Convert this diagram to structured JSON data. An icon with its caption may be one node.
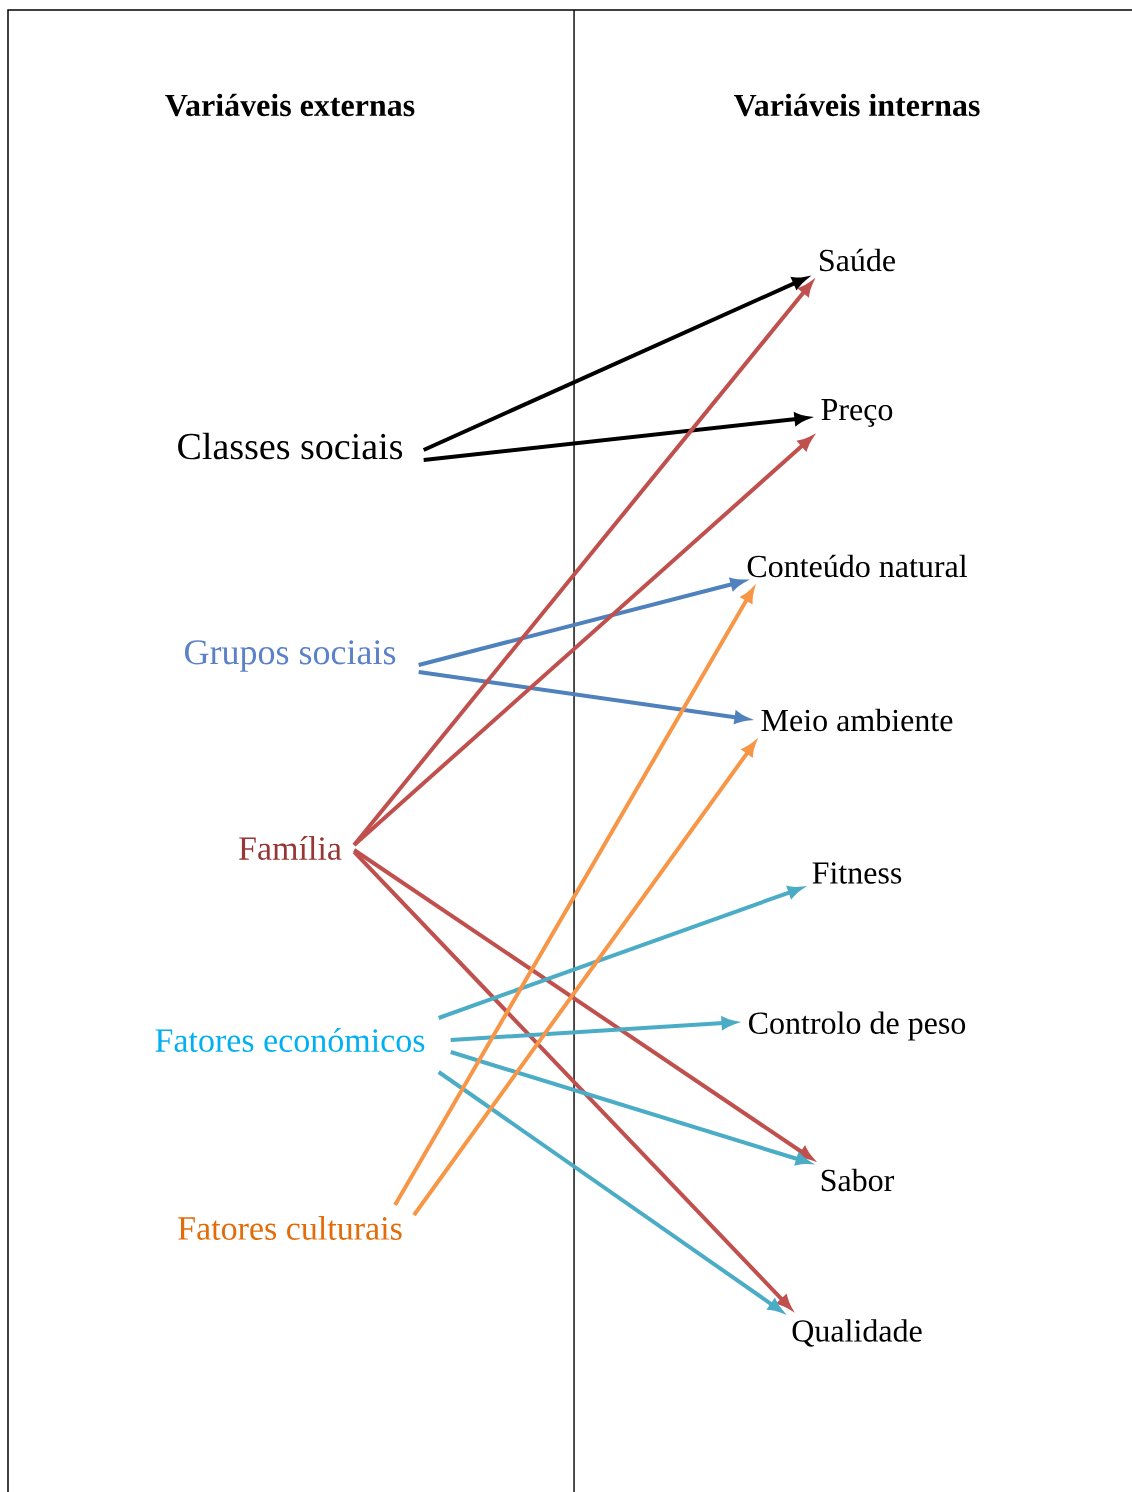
{
  "diagram": {
    "nodes": [
      {
        "text": [
          "Classes sociais"
        ]
      },
      {
        "text": [
          "Grupos sociais"
        ]
      },
      {
        "text": [
          "Família"
        ]
      },
      {
        "text": [
          "Fatores económicos"
        ]
      },
      {
        "text": [
          "Fatores culturais"
        ]
      },
      {
        "text": [
          "Saúde"
        ]
      },
      {
        "text": [
          "Preço"
        ]
      },
      {
        "text": [
          "Conteúdo natural"
        ]
      },
      {
        "text": [
          "Meio ambiente"
        ]
      },
      {
        "text": [
          "Fitness"
        ]
      },
      {
        "text": [
          "Controlo de peso"
        ]
      },
      {
        "text": [
          "Sabor"
        ]
      },
      {
        "text": [
          "Qualidade"
        ]
      }
    ],
    "edges": [
      {
        "from": 0,
        "to": 5,
        "arrow": "to",
        "color": "#000000"
      },
      {
        "from": 0,
        "to": 6,
        "arrow": "to",
        "color": "#000000"
      },
      {
        "from": 1,
        "to": 7,
        "arrow": "to",
        "color": "#4f81bd"
      },
      {
        "from": 1,
        "to": 8,
        "arrow": "to",
        "color": "#4f81bd"
      },
      {
        "from": 2,
        "to": 5,
        "arrow": "to",
        "color": "#c0504d"
      },
      {
        "from": 2,
        "to": 6,
        "arrow": "to",
        "color": "#c0504d"
      },
      {
        "from": 2,
        "to": 11,
        "arrow": "to",
        "color": "#c0504d"
      },
      {
        "from": 2,
        "to": 12,
        "arrow": "to",
        "color": "#c0504d"
      },
      {
        "from": 3,
        "to": 9,
        "arrow": "to",
        "color": "#4bacc6"
      },
      {
        "from": 3,
        "to": 10,
        "arrow": "to",
        "color": "#4bacc6"
      },
      {
        "from": 3,
        "to": 11,
        "arrow": "to",
        "color": "#4bacc6"
      },
      {
        "from": 3,
        "to": 12,
        "arrow": "to",
        "color": "#4bacc6"
      },
      {
        "from": 4,
        "to": 7,
        "arrow": "to",
        "color": "#f79646"
      },
      {
        "from": 4,
        "to": 8,
        "arrow": "to",
        "color": "#f79646"
      }
    ],
    "labels": [
      "Variáveis externas",
      "Variáveis internas"
    ]
  }
}
